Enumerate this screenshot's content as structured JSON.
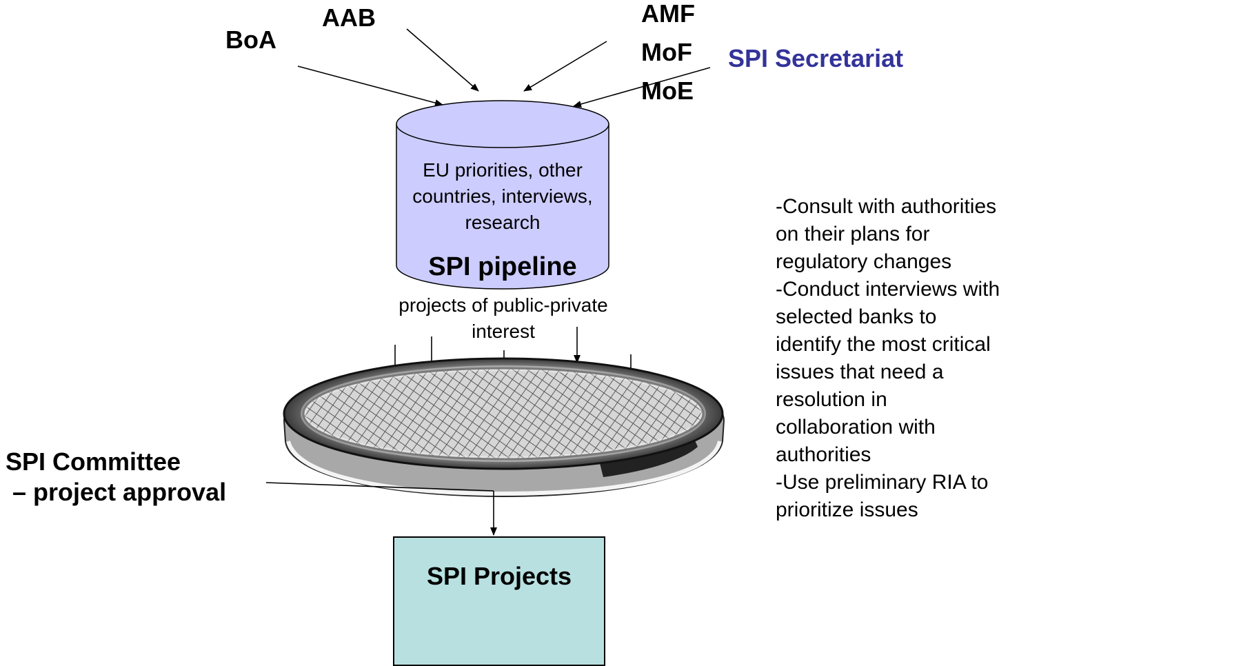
{
  "sources": {
    "boa": "BoA",
    "aab": "AAB",
    "amf": "AMF",
    "mof": "MoF",
    "moe": "MoE"
  },
  "secretariat": "SPI Secretariat",
  "pipeline": {
    "contents": [
      "EU priorities, other",
      "countries, interviews,",
      "research"
    ],
    "title": "SPI pipeline",
    "subtitle": [
      "projects of public-private",
      "interest"
    ]
  },
  "committee": [
    "SPI Committee",
    " – project approval"
  ],
  "output": "SPI Projects",
  "activities": [
    "-Consult with authorities",
    "on their plans for",
    "regulatory changes",
    "-Conduct interviews with",
    "selected banks to",
    "identify the most critical",
    "issues that need a",
    "resolution in",
    "collaboration with",
    "authorities",
    "-Use preliminary RIA to",
    "prioritize issues"
  ],
  "colors": {
    "cylinder_fill": "#ccccff",
    "output_fill": "#b8e0e0",
    "secretariat_text": "#33339a"
  }
}
